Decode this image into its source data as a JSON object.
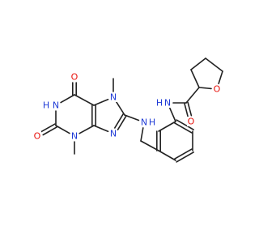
{
  "molecule": {
    "colors": {
      "bond": "#222222",
      "N": "#1f3bd6",
      "O": "#e8120c",
      "C": "#222222"
    },
    "atoms": [
      {
        "id": "O1",
        "label": "O"
      },
      {
        "id": "N1",
        "label": "N"
      },
      {
        "id": "H1",
        "label": "H"
      },
      {
        "id": "C2",
        "label": ""
      },
      {
        "id": "O2",
        "label": "O"
      },
      {
        "id": "N3",
        "label": "N"
      },
      {
        "id": "Me3",
        "label": ""
      },
      {
        "id": "C4",
        "label": ""
      },
      {
        "id": "C5",
        "label": ""
      },
      {
        "id": "C6",
        "label": ""
      },
      {
        "id": "N7",
        "label": "N"
      },
      {
        "id": "Me7",
        "label": ""
      },
      {
        "id": "C8",
        "label": ""
      },
      {
        "id": "N9",
        "label": "N"
      },
      {
        "id": "NH",
        "label": "N"
      },
      {
        "id": "HNH",
        "label": "H"
      },
      {
        "id": "CH2",
        "label": ""
      },
      {
        "id": "Ar1",
        "label": ""
      },
      {
        "id": "Ar2",
        "label": ""
      },
      {
        "id": "Ar3",
        "label": ""
      },
      {
        "id": "Ar4",
        "label": ""
      },
      {
        "id": "Ar5",
        "label": ""
      },
      {
        "id": "Ar6",
        "label": ""
      },
      {
        "id": "NA",
        "label": "N"
      },
      {
        "id": "HNA",
        "label": "H"
      },
      {
        "id": "Cam",
        "label": ""
      },
      {
        "id": "Oam",
        "label": "O"
      },
      {
        "id": "Cth1",
        "label": ""
      },
      {
        "id": "Oth",
        "label": "O"
      },
      {
        "id": "Cth2",
        "label": ""
      },
      {
        "id": "Cth3",
        "label": ""
      },
      {
        "id": "Cth4",
        "label": ""
      }
    ],
    "bonds": [
      {
        "a": "C6",
        "b": "O1",
        "order": 2
      },
      {
        "a": "C6",
        "b": "N1",
        "order": 1
      },
      {
        "a": "N1",
        "b": "C2",
        "order": 1
      },
      {
        "a": "C2",
        "b": "O2",
        "order": 2
      },
      {
        "a": "C2",
        "b": "N3",
        "order": 1
      },
      {
        "a": "N3",
        "b": "Me3",
        "order": 1
      },
      {
        "a": "N3",
        "b": "C4",
        "order": 1
      },
      {
        "a": "C4",
        "b": "C5",
        "order": 2
      },
      {
        "a": "C5",
        "b": "C6",
        "order": 1
      },
      {
        "a": "C5",
        "b": "N7",
        "order": 1
      },
      {
        "a": "N7",
        "b": "Me7",
        "order": 1
      },
      {
        "a": "N7",
        "b": "C8",
        "order": 1
      },
      {
        "a": "C8",
        "b": "N9",
        "order": 2
      },
      {
        "a": "N9",
        "b": "C4",
        "order": 1
      },
      {
        "a": "C8",
        "b": "NH",
        "order": 1
      },
      {
        "a": "NH",
        "b": "CH2",
        "order": 1
      },
      {
        "a": "CH2",
        "b": "Ar1",
        "order": 1
      },
      {
        "a": "Ar1",
        "b": "Ar2",
        "order": 2
      },
      {
        "a": "Ar2",
        "b": "Ar3",
        "order": 1
      },
      {
        "a": "Ar3",
        "b": "Ar4",
        "order": 2
      },
      {
        "a": "Ar4",
        "b": "Ar5",
        "order": 1
      },
      {
        "a": "Ar5",
        "b": "Ar6",
        "order": 2
      },
      {
        "a": "Ar6",
        "b": "Ar1",
        "order": 1
      },
      {
        "a": "Ar3",
        "b": "NA",
        "order": 1
      },
      {
        "a": "NA",
        "b": "Cam",
        "order": 1
      },
      {
        "a": "Cam",
        "b": "Oam",
        "order": 2
      },
      {
        "a": "Cam",
        "b": "Cth1",
        "order": 1
      },
      {
        "a": "Cth1",
        "b": "Oth",
        "order": 1
      },
      {
        "a": "Oth",
        "b": "Cth4",
        "order": 1
      },
      {
        "a": "Cth4",
        "b": "Cth3",
        "order": 1
      },
      {
        "a": "Cth3",
        "b": "Cth2",
        "order": 1
      },
      {
        "a": "Cth2",
        "b": "Cth1",
        "order": 1
      }
    ]
  }
}
